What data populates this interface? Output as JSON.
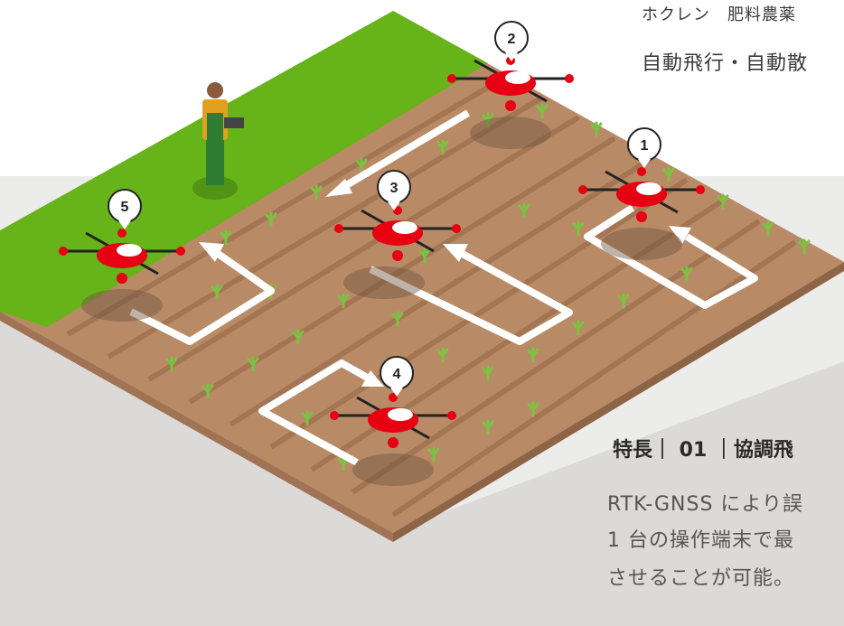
{
  "header": {
    "line1": "ホクレン　肥料農薬",
    "line2": "自動飛行・自動散"
  },
  "feature": {
    "heading": "特長｜ 01 ｜協調飛",
    "lines": [
      "RTK-GNSS により誤",
      "1 台の操作端末で最",
      "させることが可能。"
    ]
  },
  "drones": [
    {
      "number": "1"
    },
    {
      "number": "2"
    },
    {
      "number": "3"
    },
    {
      "number": "4"
    },
    {
      "number": "5"
    }
  ],
  "colors": {
    "field_soil": "#b98a66",
    "field_rows": "#a47553",
    "grass": "#66b31a",
    "ground_shadow": "#e3e1df",
    "drone_red": "#e60012",
    "path_white": "#ffffff",
    "crop_green": "#7cc242"
  }
}
